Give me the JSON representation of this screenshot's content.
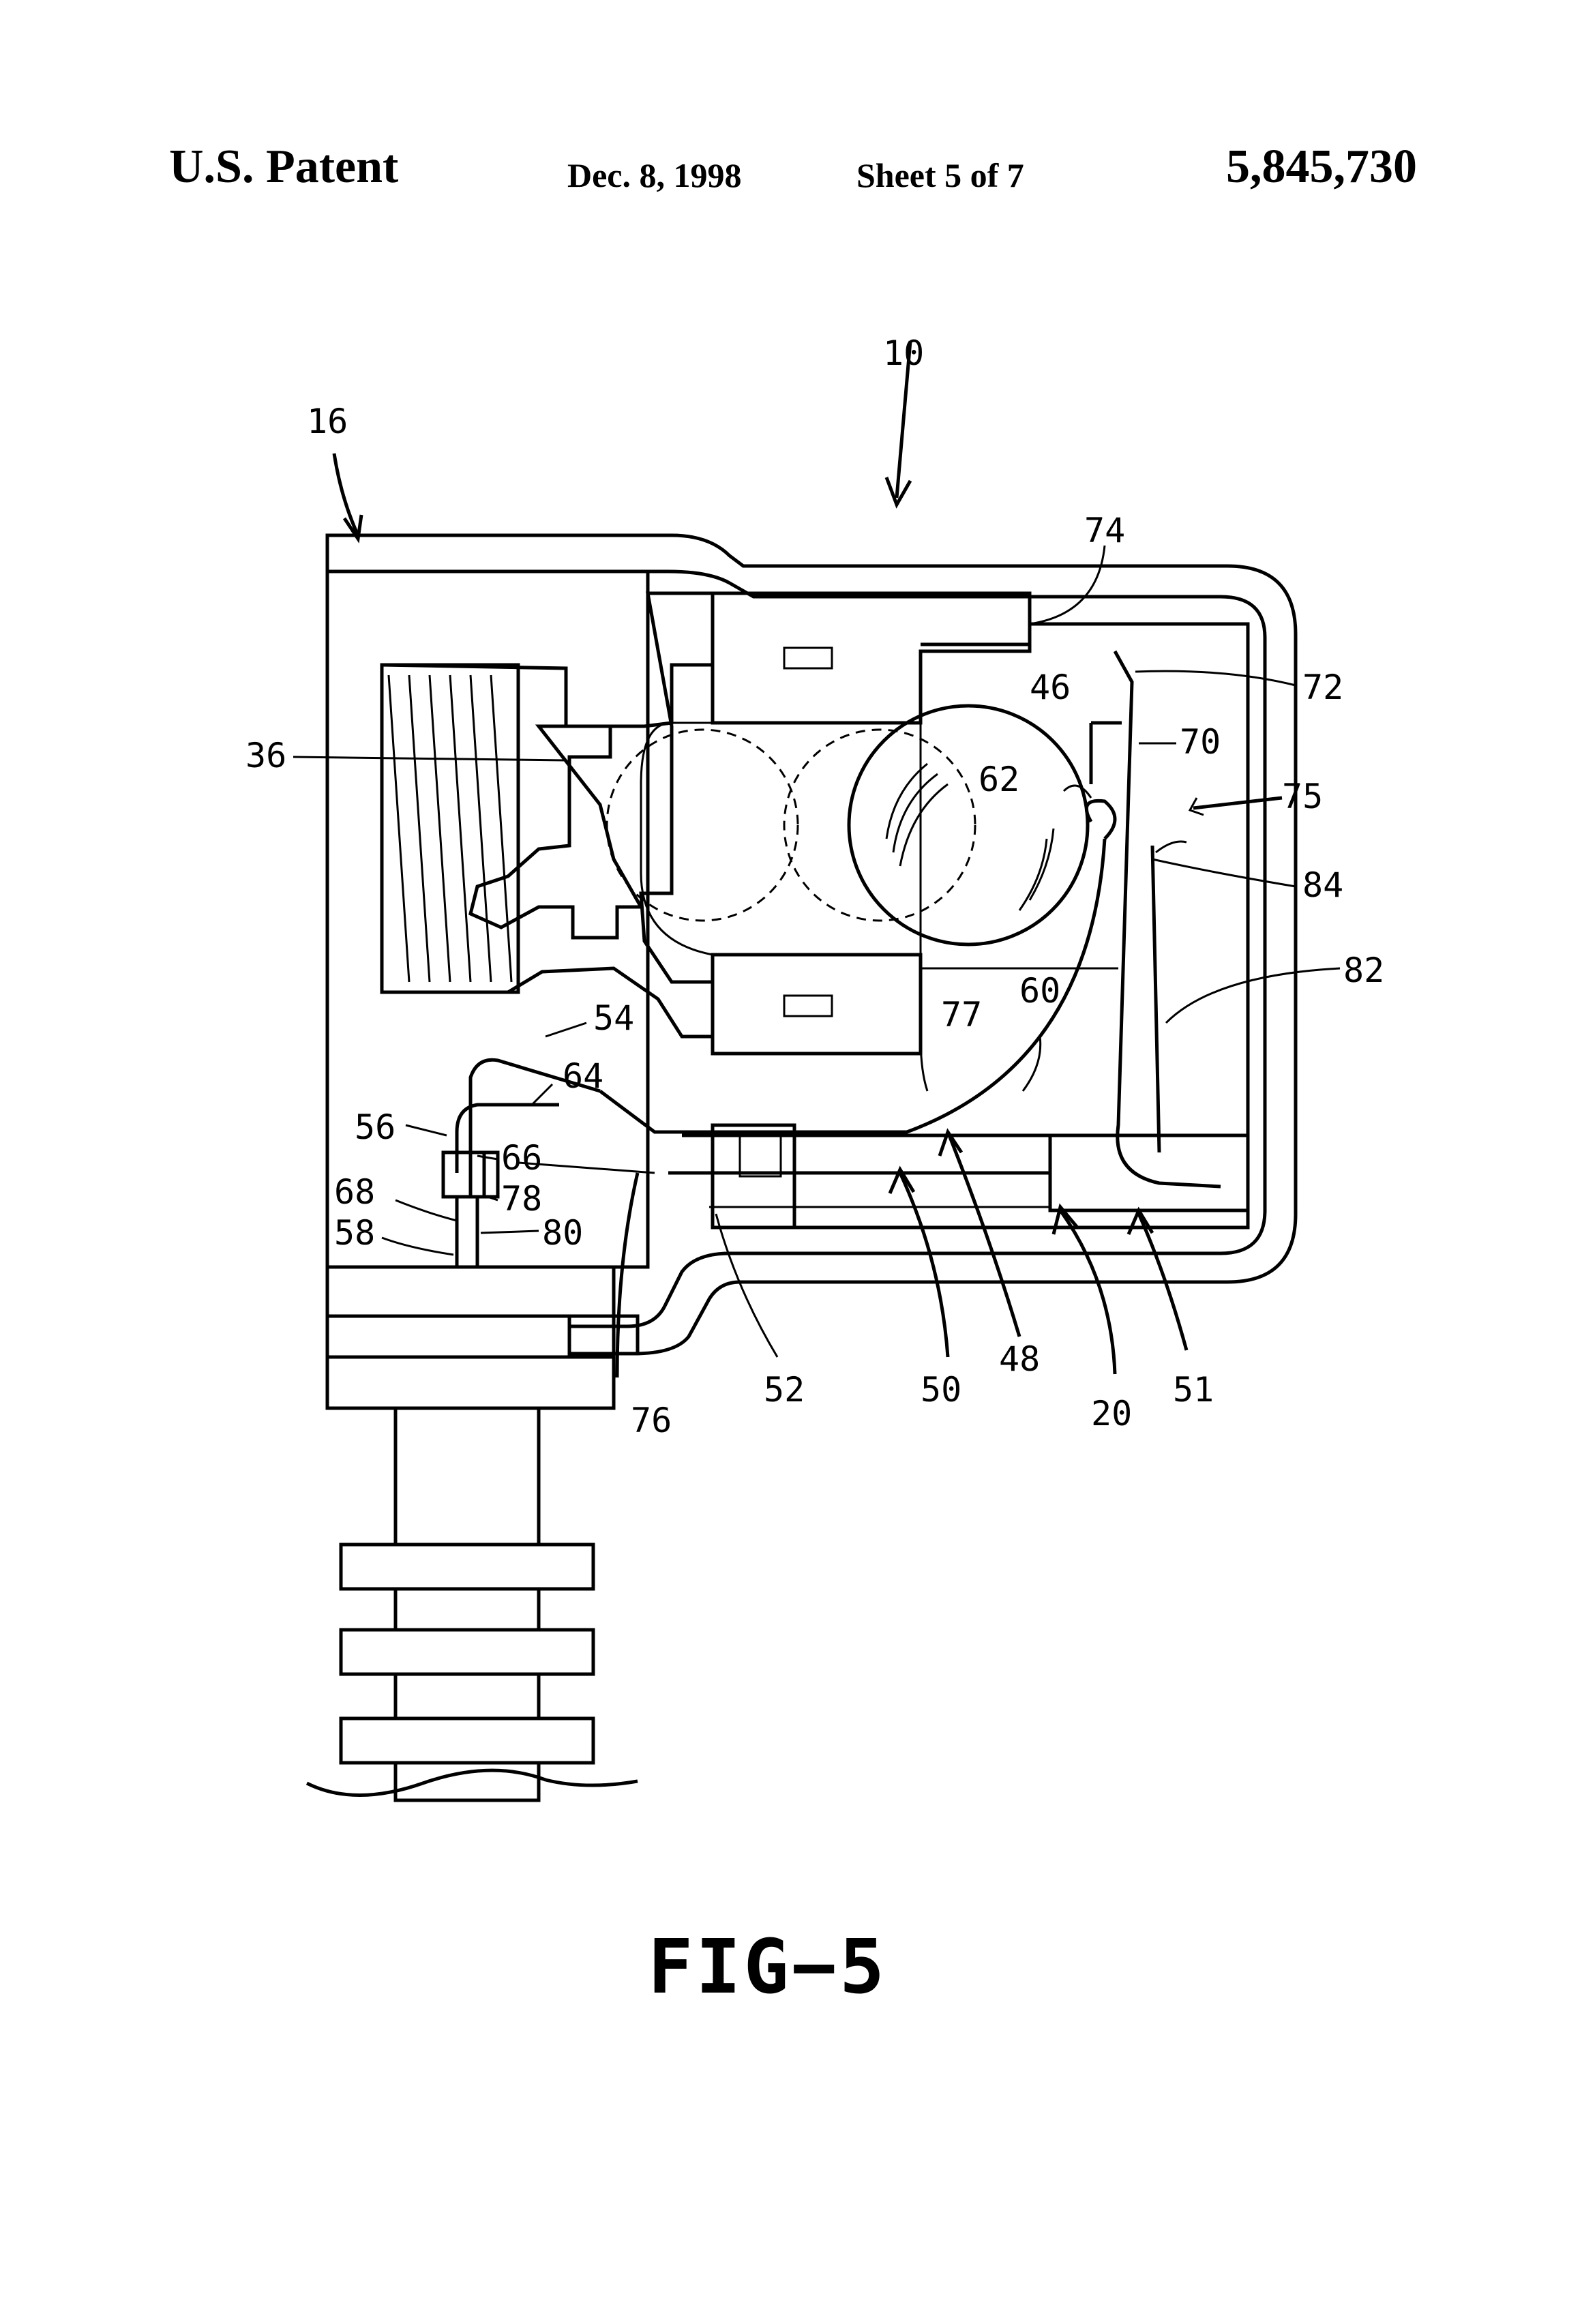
{
  "header": {
    "left": "U.S. Patent",
    "date": "Dec. 8, 1998",
    "sheet": "Sheet 5 of 7",
    "number": "5,845,730"
  },
  "figure": {
    "caption": "FIG−5",
    "labels": {
      "r10": "10",
      "r16": "16",
      "r20": "20",
      "r36": "36",
      "r46": "46",
      "r48": "48",
      "r50": "50",
      "r51": "51",
      "r52": "52",
      "r54": "54",
      "r56": "56",
      "r58": "58",
      "r60": "60",
      "r62": "62",
      "r64": "64",
      "r66": "66",
      "r68": "68",
      "r70": "70",
      "r72": "72",
      "r74": "74",
      "r75": "75",
      "r76": "76",
      "r77": "77",
      "r78": "78",
      "r80": "80",
      "r82": "82",
      "r84": "84"
    }
  }
}
